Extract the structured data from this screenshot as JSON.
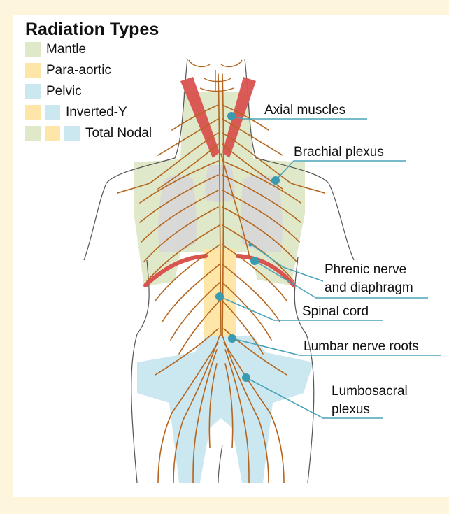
{
  "legend": {
    "title": "Radiation Types",
    "items": [
      {
        "label": "Mantle",
        "swatches": [
          "#dfe9c9"
        ]
      },
      {
        "label": "Para-aortic",
        "swatches": [
          "#fde6a8"
        ]
      },
      {
        "label": "Pelvic",
        "swatches": [
          "#cbe7f0"
        ]
      },
      {
        "label": "Inverted-Y",
        "swatches": [
          "#fde6a8",
          "#cbe7f0"
        ]
      },
      {
        "label": "Total Nodal",
        "swatches": [
          "#dfe9c9",
          "#fde6a8",
          "#cbe7f0"
        ]
      }
    ]
  },
  "labels": {
    "axial_muscles": "Axial muscles",
    "brachial_plexus": "Brachial plexus",
    "phrenic_line1": "Phrenic nerve",
    "phrenic_line2": "and diaphragm",
    "spinal_cord": "Spinal cord",
    "lumbar_nerve_roots": "Lumbar nerve roots",
    "lumbosacral_line1": "Lumbosacral",
    "lumbosacral_line2": "plexus"
  },
  "colors": {
    "mantle": "#dfe9c9",
    "para_aortic": "#fde6a8",
    "pelvic": "#cbe7f0",
    "nerve": "#b5651d",
    "muscle": "#d9534f",
    "leader": "#4aa3b8",
    "marker": "#3a9bb0"
  }
}
